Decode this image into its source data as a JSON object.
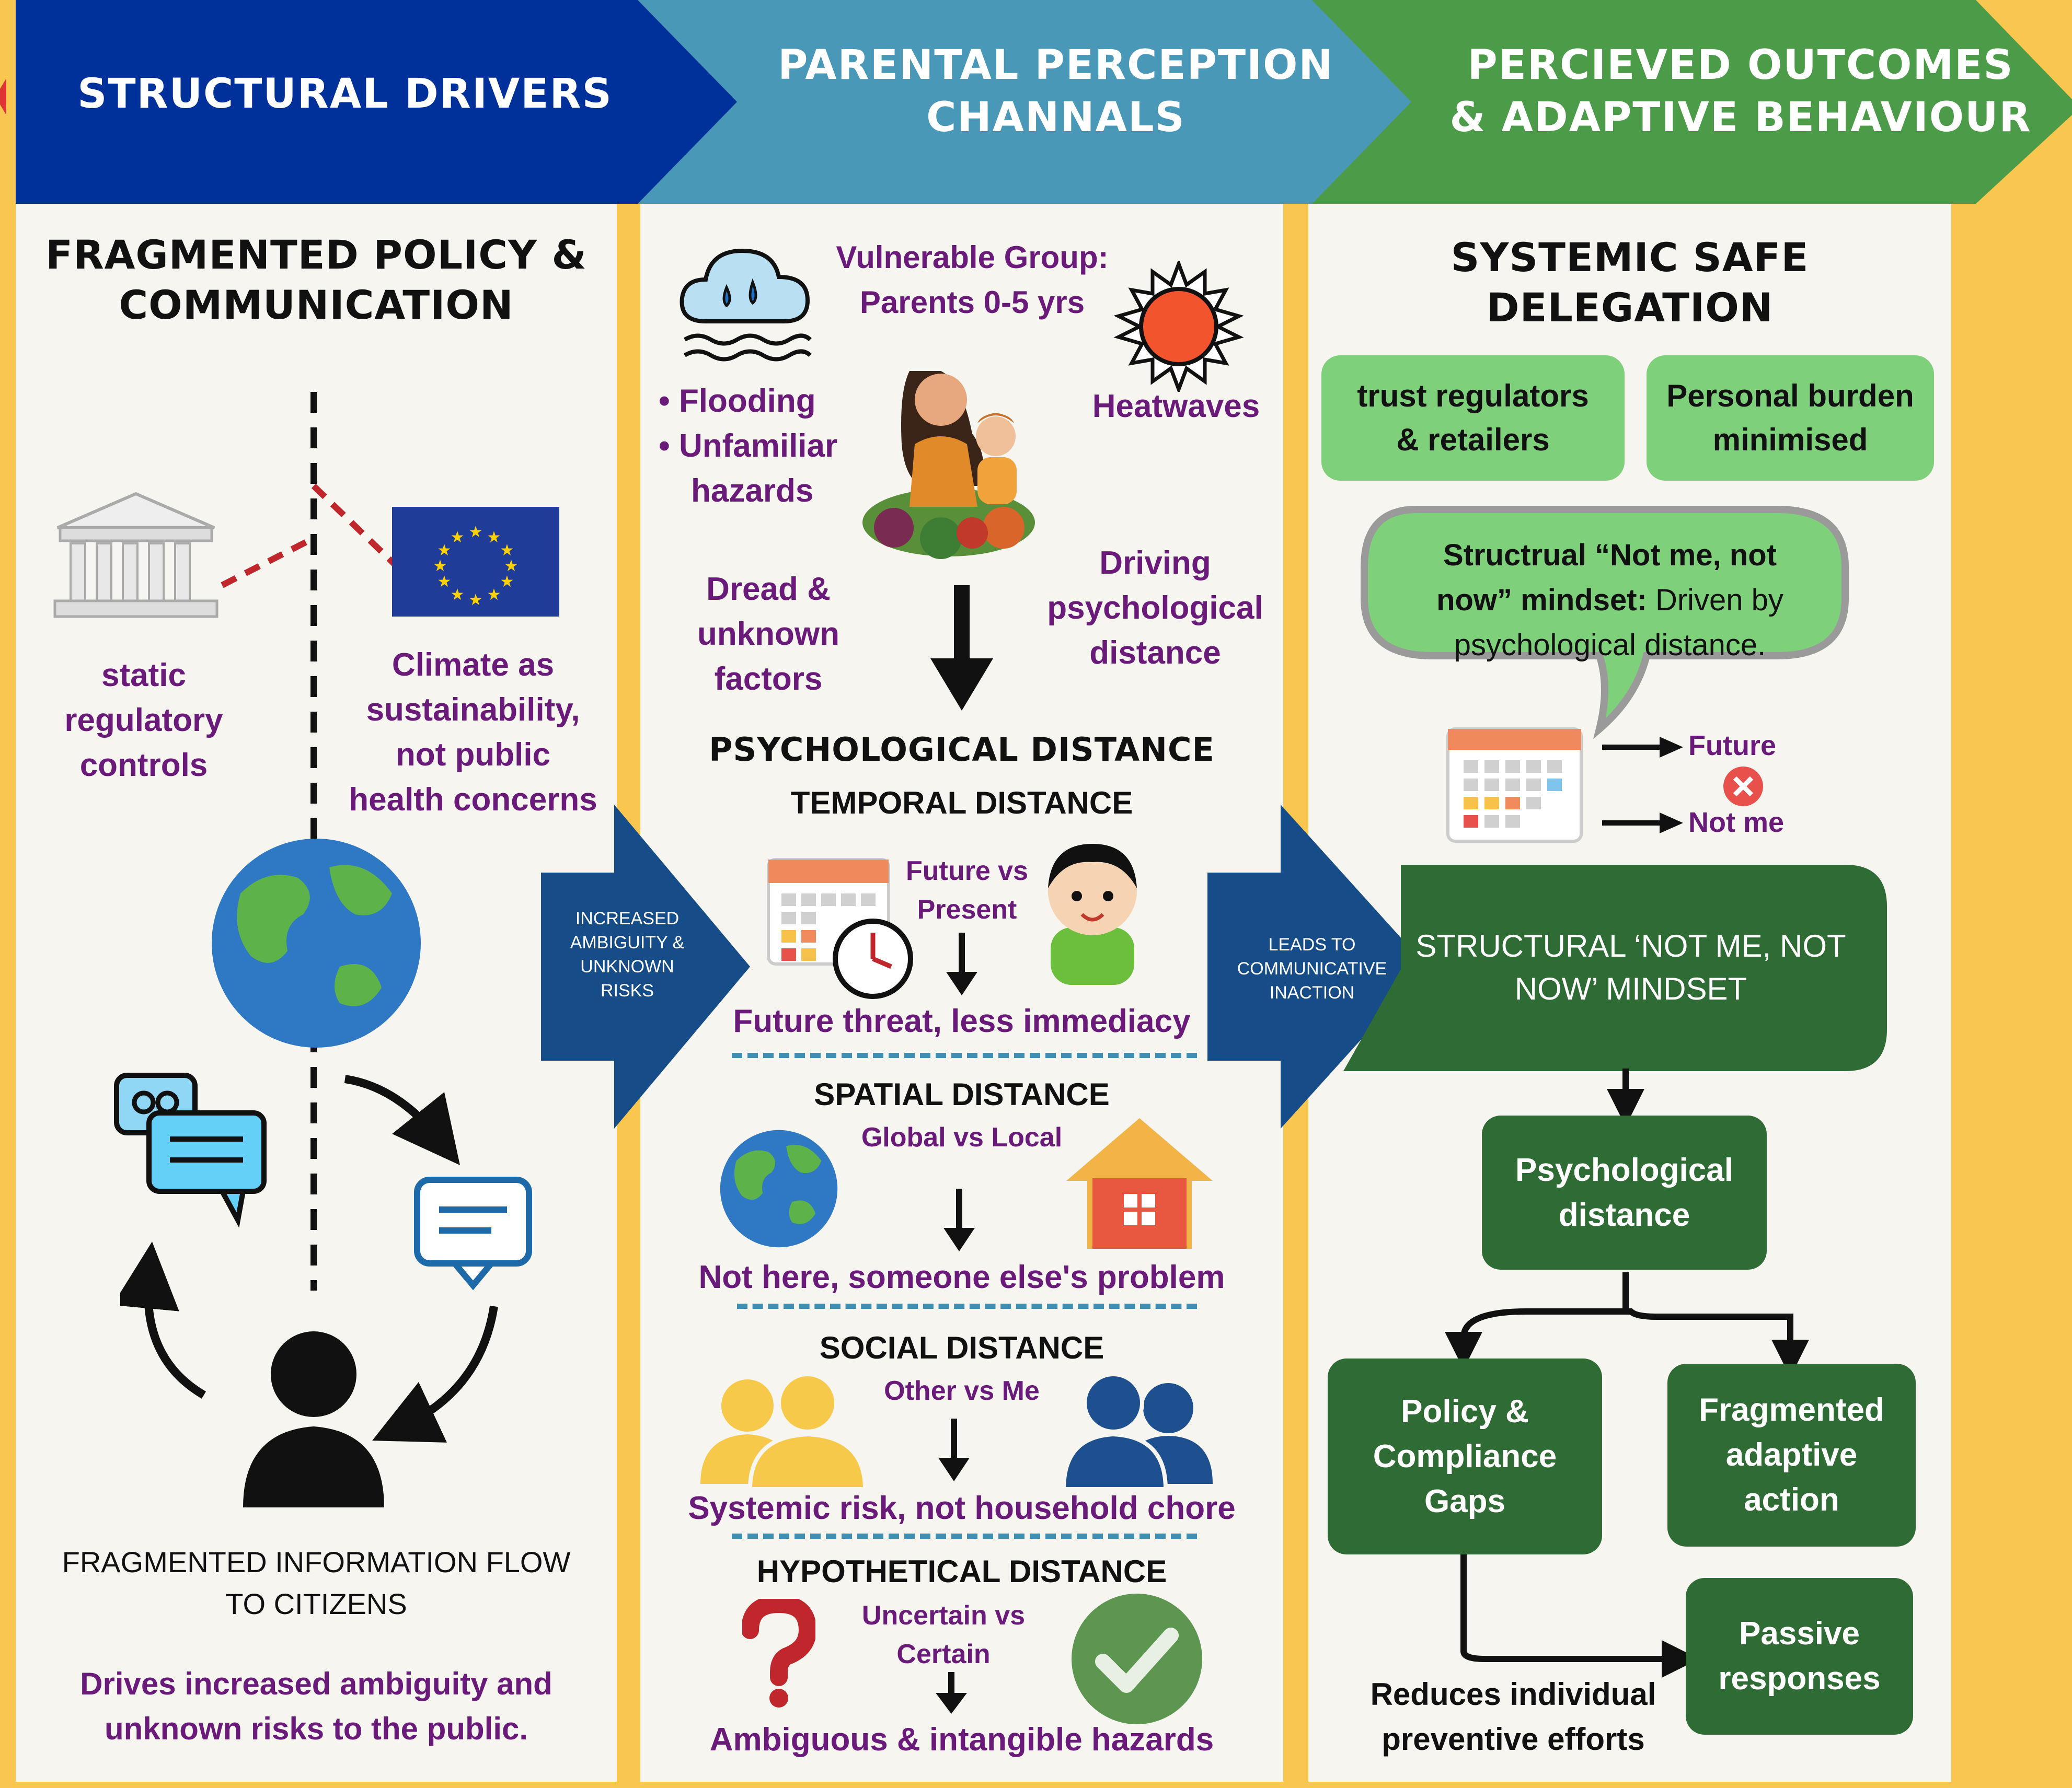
{
  "headers": {
    "col1": "STRUCTURAL DRIVERS",
    "col2_line1": "PARENTAL PERCEPTION",
    "col2_line2": "CHANNALS",
    "col3_line1": "PERCIEVED OUTCOMES",
    "col3_line2": "& ADAPTIVE BEHAVIOUR"
  },
  "col1": {
    "title_line1": "FRAGMENTED POLICY &",
    "title_line2": "COMMUNICATION",
    "left_label": [
      "static",
      "regulatory",
      "controls"
    ],
    "right_label": [
      "Climate as",
      "sustainability,",
      "not public",
      "health concerns"
    ],
    "flow_label": [
      "FRAGMENTED INFORMATION FLOW",
      "TO CITIZENS"
    ],
    "footer": [
      "Drives increased ambiguity and",
      "unknown risks to the public."
    ]
  },
  "arrow1": [
    "INCREASED",
    "AMBIGUITY &",
    "UNKNOWN",
    "RISKS"
  ],
  "arrow2": [
    "LEADS TO",
    "COMMUNICATIVE",
    "INACTION"
  ],
  "col2": {
    "vulnerable": [
      "Vulnerable Group:",
      "Parents 0-5 yrs"
    ],
    "bullets": [
      "Flooding",
      "Unfamiliar",
      "hazards"
    ],
    "heatwaves": "Heatwaves",
    "dread": [
      "Dread &",
      "unknown",
      "factors"
    ],
    "driving": [
      "Driving",
      "psychological",
      "distance"
    ],
    "psych_title": "PSYCHOLOGICAL DISTANCE",
    "temporal": {
      "title": "TEMPORAL DISTANCE",
      "vs": [
        "Future vs",
        "Present"
      ],
      "result": "Future threat, less immediacy"
    },
    "spatial": {
      "title": "SPATIAL DISTANCE",
      "vs": "Global vs Local",
      "result": "Not here, someone else's problem"
    },
    "social": {
      "title": "SOCIAL DISTANCE",
      "vs": "Other vs Me",
      "result": "Systemic risk, not household chore"
    },
    "hypothetical": {
      "title": "HYPOTHETICAL DISTANCE",
      "vs": [
        "Uncertain vs",
        "Certain"
      ],
      "result": "Ambiguous & intangible hazards"
    }
  },
  "col3": {
    "title_line1": "SYSTEMIC SAFE",
    "title_line2": "DELEGATION",
    "box1": [
      "trust regulators",
      "& retailers"
    ],
    "box2": [
      "Personal burden",
      "minimised"
    ],
    "bubble_bold": "Structrual “Not me, not now” mindset:",
    "bubble_rest": " Driven by psychological distance.",
    "future": "Future",
    "notme": "Not me",
    "mindset": [
      "STRUCTURAL ‘NOT ME, NOT",
      "NOW’ MINDSET"
    ],
    "psych": [
      "Psychological",
      "distance"
    ],
    "policy": [
      "Policy &",
      "Compliance",
      "Gaps"
    ],
    "fragmented": [
      "Fragmented",
      "adaptive",
      "action"
    ],
    "passive": [
      "Passive",
      "responses"
    ],
    "reduces": [
      "Reduces individual",
      "preventive efforts"
    ]
  },
  "colors": {
    "navy": "#00309a",
    "teal": "#4a98b8",
    "green": "#4c9b49",
    "dark_green": "#2f6b34",
    "light_green": "#7ed07a",
    "purple": "#6a1b7a",
    "yellow": "#f9c74f",
    "panel": "#f6f5ef",
    "arrow_blue": "#164d88"
  }
}
